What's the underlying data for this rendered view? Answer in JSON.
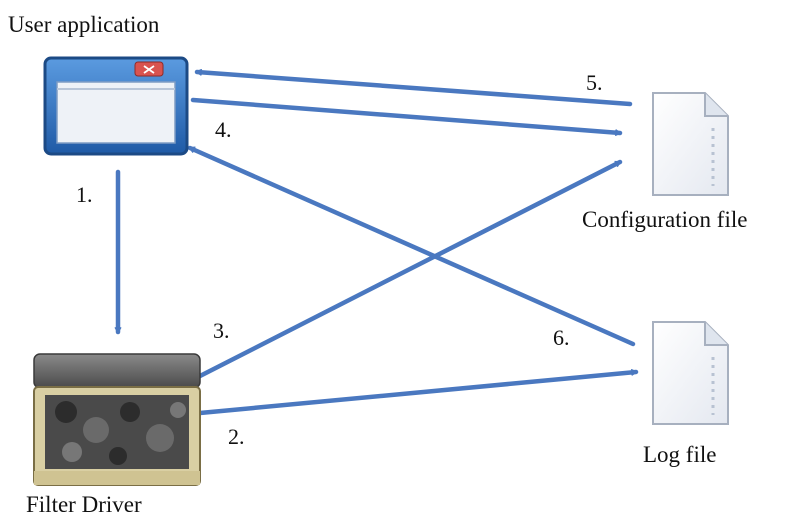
{
  "nodes": {
    "user_app": {
      "label": "User application",
      "icon": "application-window-icon"
    },
    "filter_driver": {
      "label": "Filter Driver",
      "icon": "driver-box-icon"
    },
    "config_file": {
      "label": "Configuration file",
      "icon": "document-icon"
    },
    "log_file": {
      "label": "Log file",
      "icon": "document-icon"
    }
  },
  "edges": [
    {
      "from": "User application",
      "to": "Filter Driver",
      "label": "1."
    },
    {
      "from": "Filter Driver",
      "to": "Log file",
      "label": "2."
    },
    {
      "from": "Filter Driver",
      "to": "Configuration file",
      "label": "3."
    },
    {
      "from": "User application",
      "to": "Configuration file",
      "label": "4."
    },
    {
      "from": "Configuration file",
      "to": "User application",
      "label": "5."
    },
    {
      "from": "Log file",
      "to": "User application",
      "label": "6."
    }
  ],
  "colors": {
    "arrow": "#4a78c0",
    "window_frame": "#2b5e9c",
    "window_titlebar": "#3a7fd0"
  }
}
